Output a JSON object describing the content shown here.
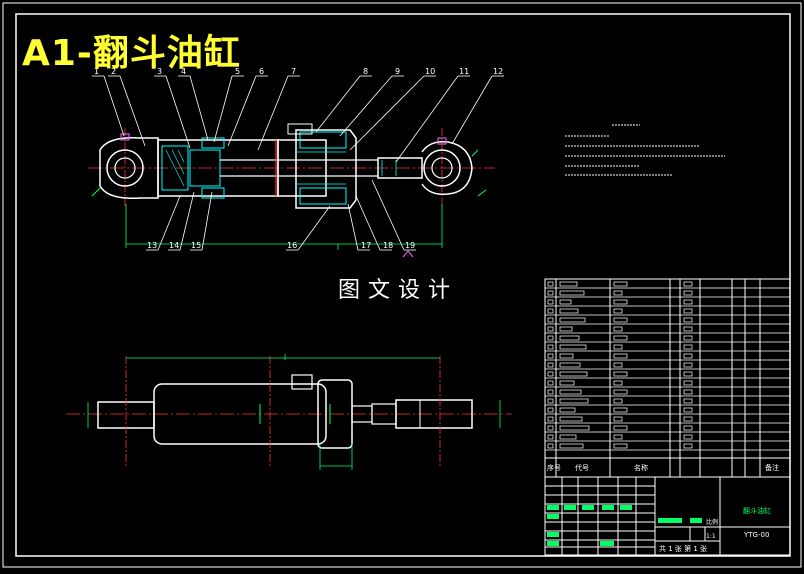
{
  "title": "A1-翻斗油缸",
  "watermark": "图文设计",
  "part_numbers": [
    "1",
    "2",
    "3",
    "4",
    "5",
    "6",
    "7",
    "8",
    "9",
    "10",
    "11",
    "12",
    "13",
    "14",
    "15",
    "16",
    "17",
    "18",
    "19"
  ],
  "title_block": {
    "drawing_name": "翻斗油缸",
    "drawing_code": "YTG-00",
    "scale_label": "比例",
    "scale_value": "1:1",
    "sheet_info": "共 1 张  第 1 张",
    "col_seq": "序号",
    "col_code": "代号",
    "col_name": "名称",
    "col_remark": "备注"
  },
  "colors": {
    "background": "#000000",
    "outline": "#ffffff",
    "leader": "#ffffff",
    "center_line": "#ff3333",
    "dimension": "#00ff66",
    "section": "#00ffff",
    "title_text": "#ffff33",
    "highlight": "#ff66ff"
  }
}
